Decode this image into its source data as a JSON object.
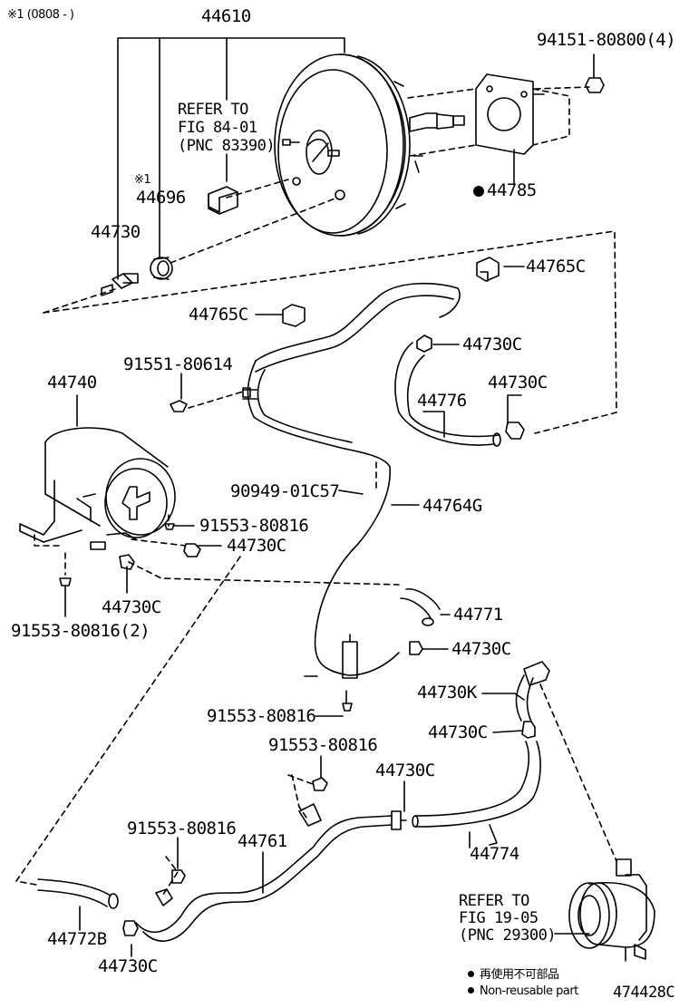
{
  "note": "※1 (0808 -      )",
  "parts": {
    "p44610": "44610",
    "p94151": "94151-80800(4)",
    "refer1_l1": "REFER TO",
    "refer1_l2": "FIG 84-01",
    "refer1_l3": "(PNC 83390)",
    "mark1": "※1",
    "p44696": "44696",
    "p44730": "44730",
    "p44785": "44785",
    "p44765c_a": "44765C",
    "p44765c_b": "44765C",
    "p44730c_a": "44730C",
    "p91551": "91551-80614",
    "p44730c_b": "44730C",
    "p44740": "44740",
    "p44776": "44776",
    "p90949": "90949-01C57",
    "p44764g": "44764G",
    "p91553_a": "91553-80816",
    "p44730c_c": "44730C",
    "p44730c_d": "44730C",
    "p91553_2": "91553-80816(2)",
    "p44771": "44771",
    "p44730c_e": "44730C",
    "p44730k": "44730K",
    "p91553_b": "91553-80816",
    "p44730c_f": "44730C",
    "p91553_c": "91553-80816",
    "p44730c_g": "44730C",
    "p91553_d": "91553-80816",
    "p44761": "44761",
    "p44774": "44774",
    "refer2_l1": "REFER TO",
    "refer2_l2": "FIG 19-05",
    "refer2_l3": "(PNC 29300)",
    "p44772b": "44772B",
    "p44730c_h": "44730C"
  },
  "legend": {
    "jp": "再使用不可部品",
    "en": "Non-reusable part"
  },
  "diagram_id": "474428C"
}
